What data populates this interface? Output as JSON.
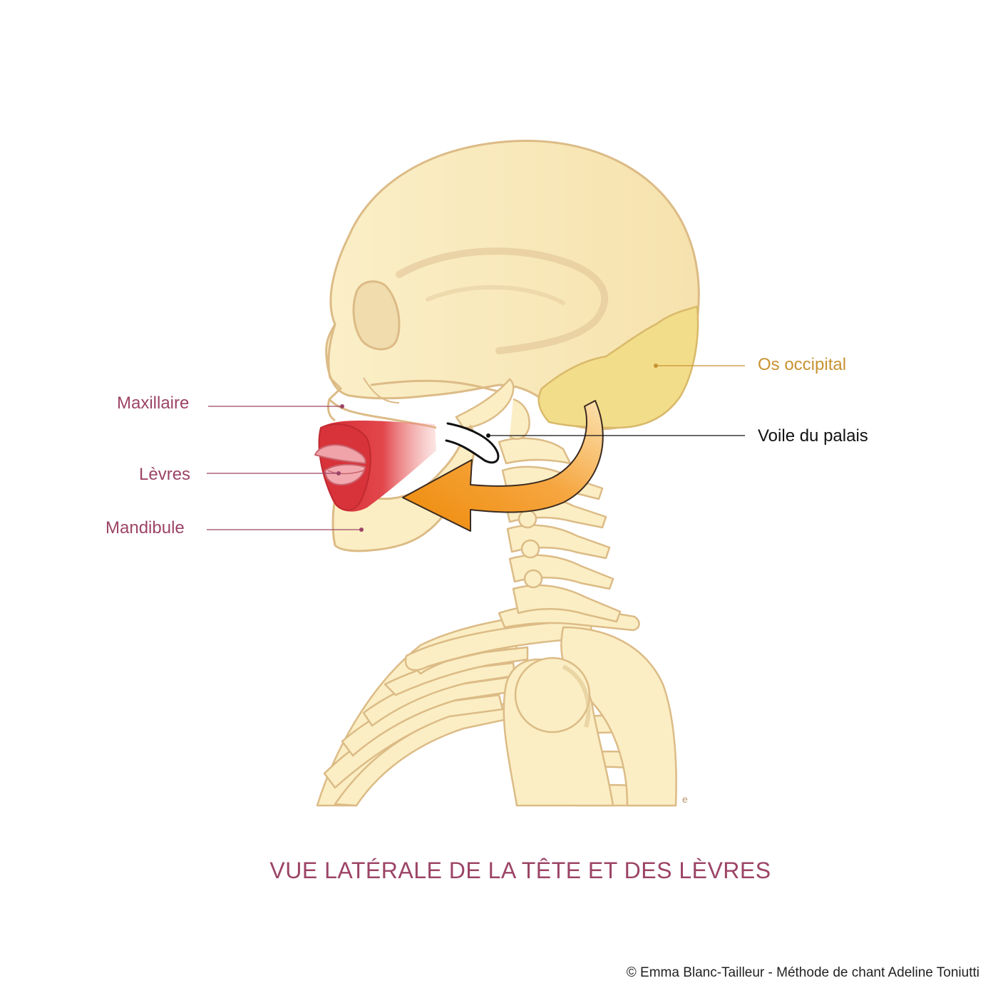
{
  "labels": {
    "maxillaire": "Maxillaire",
    "levres": "Lèvres",
    "mandibule": "Mandibule",
    "os_occipital": "Os occipital",
    "voile_du_palais": "Voile du palais"
  },
  "caption": "VUE LATÉRALE DE LA TÊTE ET DES LÈVRES",
  "credit": "© Emma Blanc-Tailleur - Méthode de chant Adeline Toniutti",
  "signature": "e",
  "colors": {
    "bone_fill": "#fbeec4",
    "bone_outline": "#dcbb86",
    "occipital": "#f2dd8a",
    "lips_muscle": "#e0383e",
    "arrow": "#f0900e",
    "label_pink": "#9c4466",
    "label_gold": "#c89232"
  }
}
